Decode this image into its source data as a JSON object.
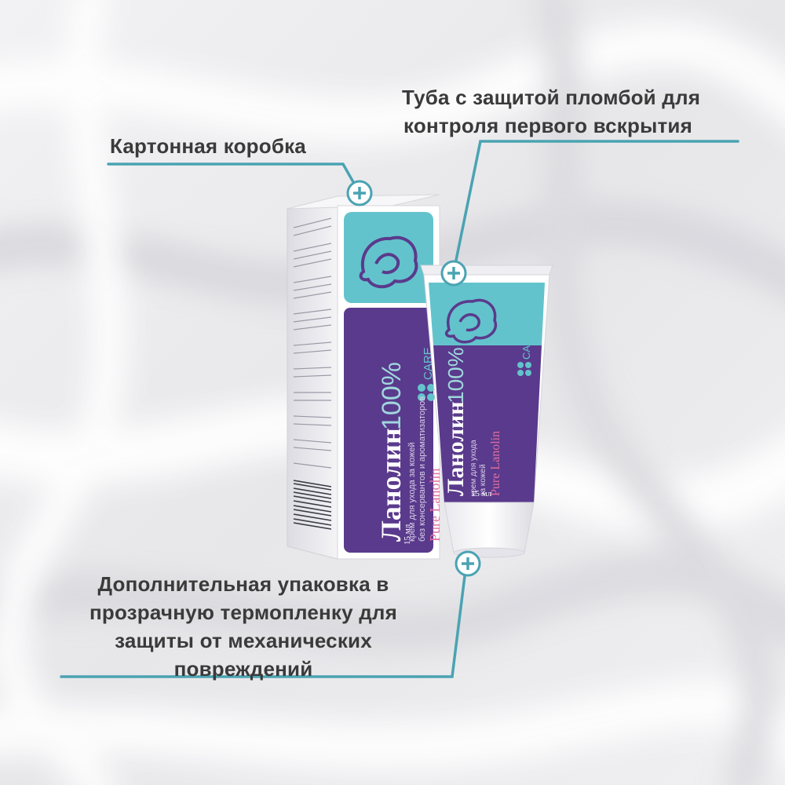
{
  "callouts": {
    "box": {
      "lines": [
        "Картонная коробка"
      ]
    },
    "tube": {
      "lines": [
        "Туба с защитой пломбой для",
        "контроля первого вскрытия"
      ]
    },
    "film": {
      "lines": [
        "Дополнительная упаковка в",
        "прозрачную термопленку для",
        "защиты от механических",
        "повреждений"
      ]
    }
  },
  "product": {
    "brand": "CARE",
    "name": "Ланолин 100%",
    "name_main": "Ланолин",
    "percent": "100%",
    "box_desc_line1": "крем для ухода за кожей",
    "box_desc_line2": "без консервантов и ароматизаторов",
    "tube_desc_line1": "крем для ухода",
    "tube_desc_line2": "за кожей",
    "subtitle": "Pure Lanolin",
    "volume": "15 мл"
  },
  "colors": {
    "accent_teal": "#4aa3b2",
    "purple": "#5a3a8c",
    "purple_dark": "#46307a",
    "turquoise": "#63c3cc",
    "pink": "#e06fa0",
    "text_dark": "#3a3a3a",
    "background": "#ececef"
  },
  "icons": [
    "plus-icon",
    "baby-mother-logo-icon",
    "care-clover-icon",
    "barcode-icon"
  ]
}
